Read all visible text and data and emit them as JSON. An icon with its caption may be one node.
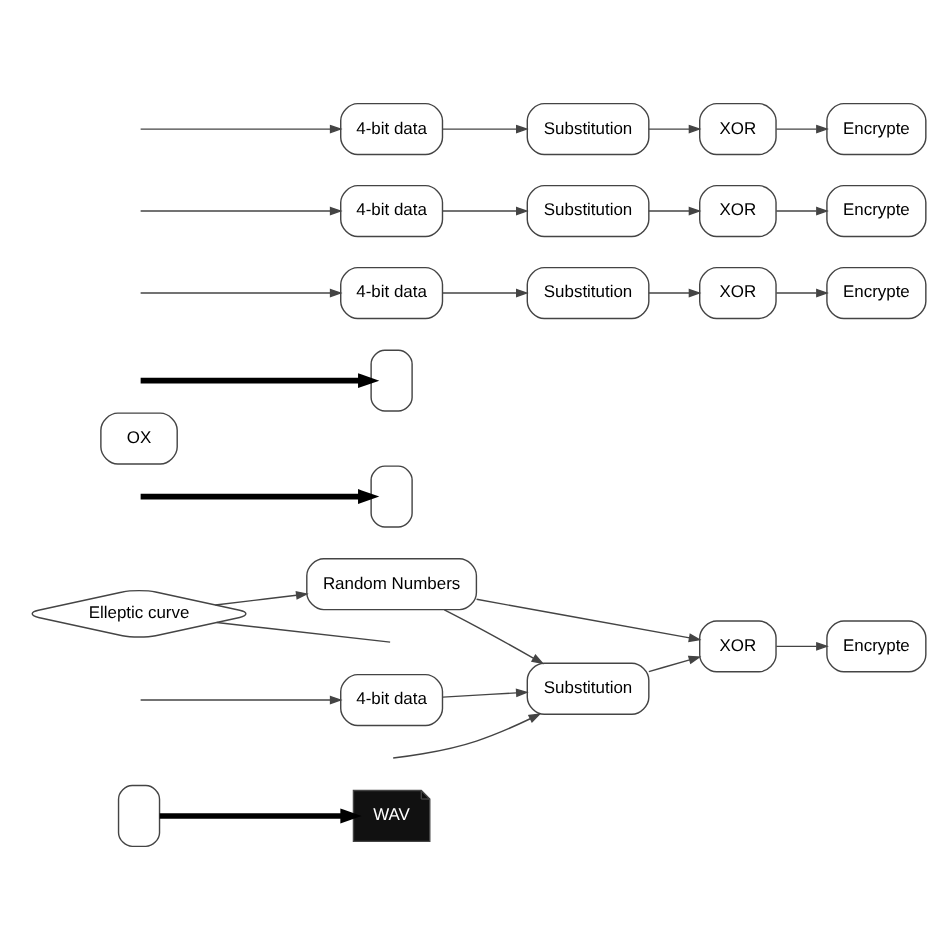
{
  "diagram": {
    "nodes": [
      {
        "text": [
          "WAV"
        ]
      },
      {
        "text": [],
        "shape": "box"
      },
      {
        "text": [
          "Elleptic curve"
        ]
      },
      {
        "text": [],
        "shape": "box"
      },
      {
        "text": [
          "OX"
        ]
      },
      {
        "text": [
          "Random Numbers"
        ]
      },
      {
        "text": [],
        "shape": "box"
      },
      {
        "text": [
          "4-bit data"
        ]
      },
      {
        "text": [
          "4-bit data"
        ]
      },
      {
        "text": [
          "4-bit data"
        ]
      },
      {
        "text": [
          "4-bit data"
        ]
      },
      {
        "text": [
          "Substitution"
        ]
      },
      {
        "text": [
          "Substitution"
        ]
      },
      {
        "text": [
          "Substitution"
        ]
      },
      {
        "text": [
          "Substitution"
        ]
      },
      {
        "text": [
          "XOR"
        ]
      },
      {
        "text": [
          "XOR"
        ]
      },
      {
        "text": [
          "XOR"
        ]
      },
      {
        "text": [
          "XOR"
        ]
      },
      {
        "text": [
          "Encrypte"
        ]
      },
      {
        "text": [
          "Encrypte"
        ]
      },
      {
        "text": [
          "Encrypte"
        ]
      },
      {
        "text": [
          "Encrypte"
        ]
      }
    ],
    "edges": [
      {
        "from": 1,
        "to": 0,
        "arrow": "to",
        "style": "thick"
      },
      {
        "from": null,
        "to": 3,
        "arrow": "to",
        "style": "thick"
      },
      {
        "from": 2,
        "to": null,
        "arrow": "none"
      },
      {
        "from": 2,
        "to": 5,
        "arrow": "to"
      },
      {
        "from": null,
        "to": 6,
        "arrow": "to",
        "style": "thick"
      },
      {
        "from": 5,
        "to": 11,
        "arrow": "to"
      },
      {
        "from": null,
        "to": 11,
        "arrow": "to"
      },
      {
        "from": 5,
        "to": 15,
        "arrow": "to"
      },
      {
        "from": null,
        "to": 7,
        "arrow": "to"
      },
      {
        "from": null,
        "to": 8,
        "arrow": "to"
      },
      {
        "from": null,
        "to": 9,
        "arrow": "to"
      },
      {
        "from": null,
        "to": 10,
        "arrow": "to"
      },
      {
        "from": 7,
        "to": 11,
        "arrow": "to"
      },
      {
        "from": 8,
        "to": 12,
        "arrow": "to"
      },
      {
        "from": 9,
        "to": 13,
        "arrow": "to"
      },
      {
        "from": 10,
        "to": 14,
        "arrow": "to"
      },
      {
        "from": 11,
        "to": 15,
        "arrow": "to"
      },
      {
        "from": 12,
        "to": 16,
        "arrow": "to"
      },
      {
        "from": 13,
        "to": 17,
        "arrow": "to"
      },
      {
        "from": 14,
        "to": 18,
        "arrow": "to"
      },
      {
        "from": 15,
        "to": 19,
        "arrow": "to"
      },
      {
        "from": 16,
        "to": 20,
        "arrow": "to"
      },
      {
        "from": 17,
        "to": 21,
        "arrow": "to"
      },
      {
        "from": 18,
        "to": 22,
        "arrow": "to"
      }
    ]
  }
}
